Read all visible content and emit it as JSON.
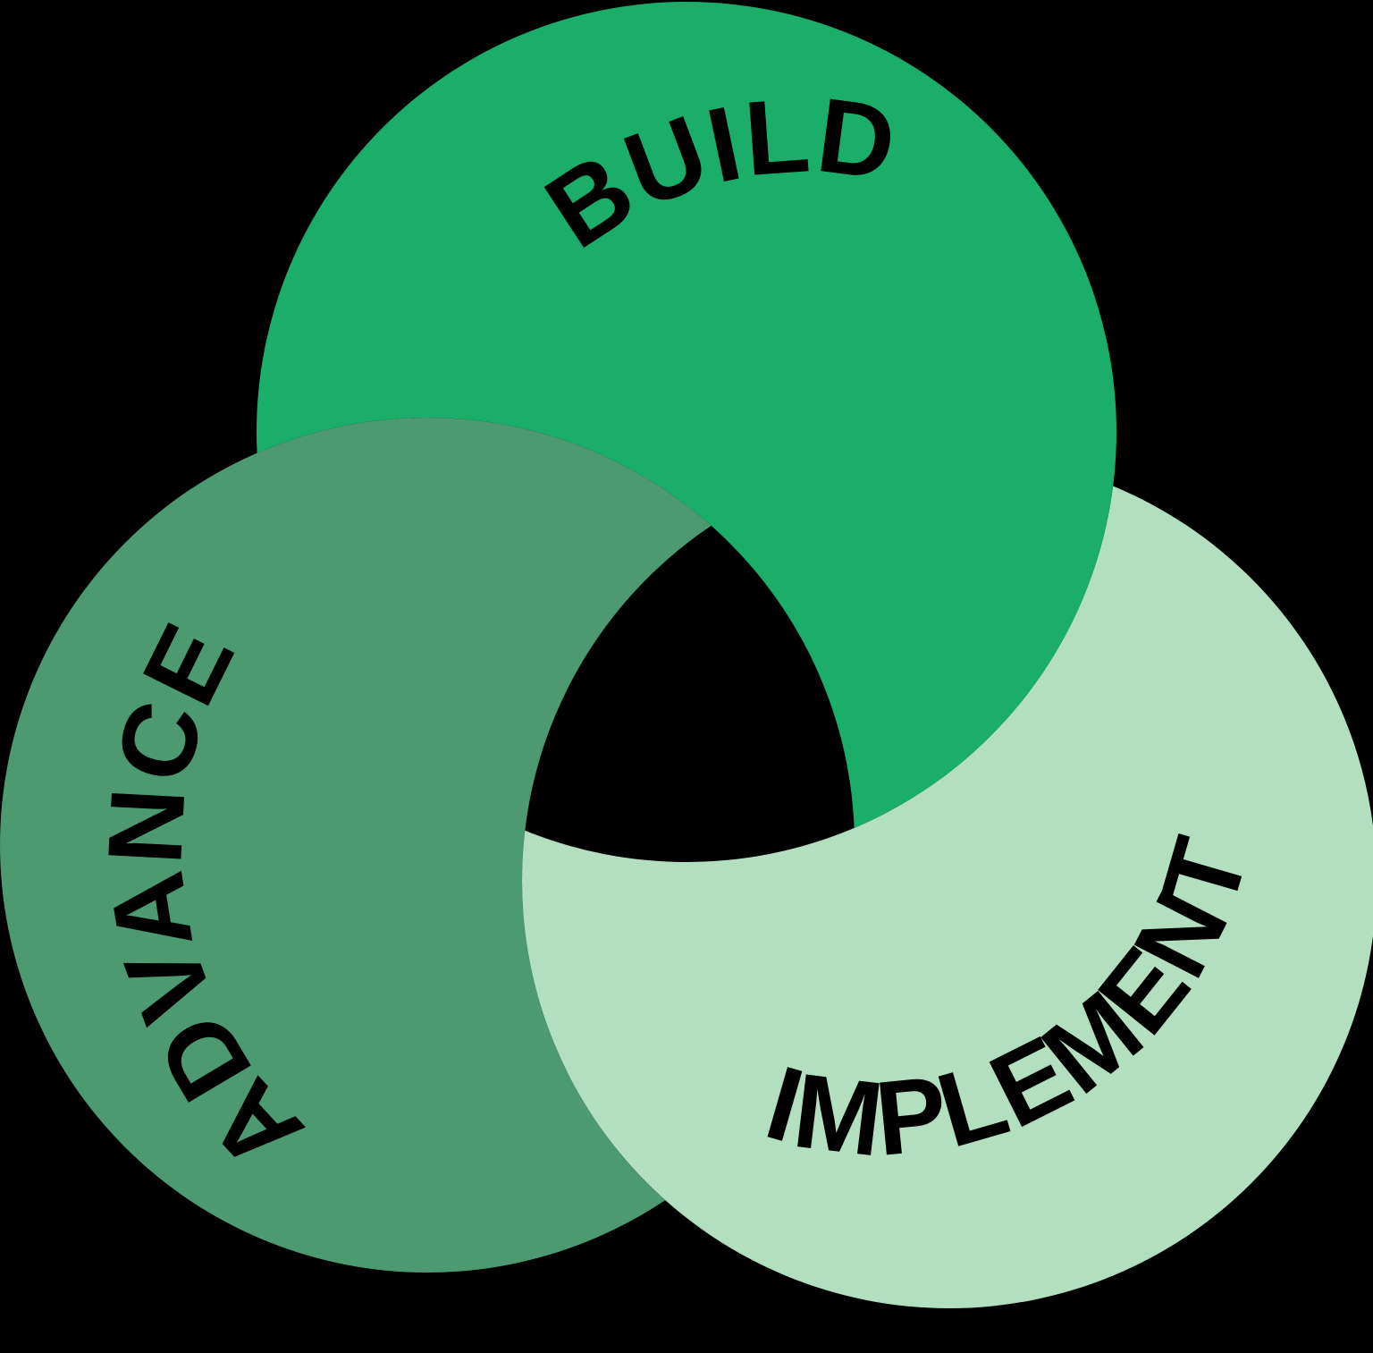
{
  "diagram": {
    "name": "build-implement-advance-cycle",
    "type": "trefoil-cycle",
    "background_color": "#000000",
    "label_color": "#000000",
    "lobes": [
      {
        "id": "build",
        "label": "BUILD",
        "color": "#1BAE6B",
        "position": "top",
        "order": 1
      },
      {
        "id": "implement",
        "label": "IMPLEMENT",
        "color": "#B3DFC1",
        "position": "bottom-right",
        "order": 2
      },
      {
        "id": "advance",
        "label": "ADVANCE",
        "color": "#4D9A72",
        "position": "bottom-left",
        "order": 3
      }
    ]
  }
}
